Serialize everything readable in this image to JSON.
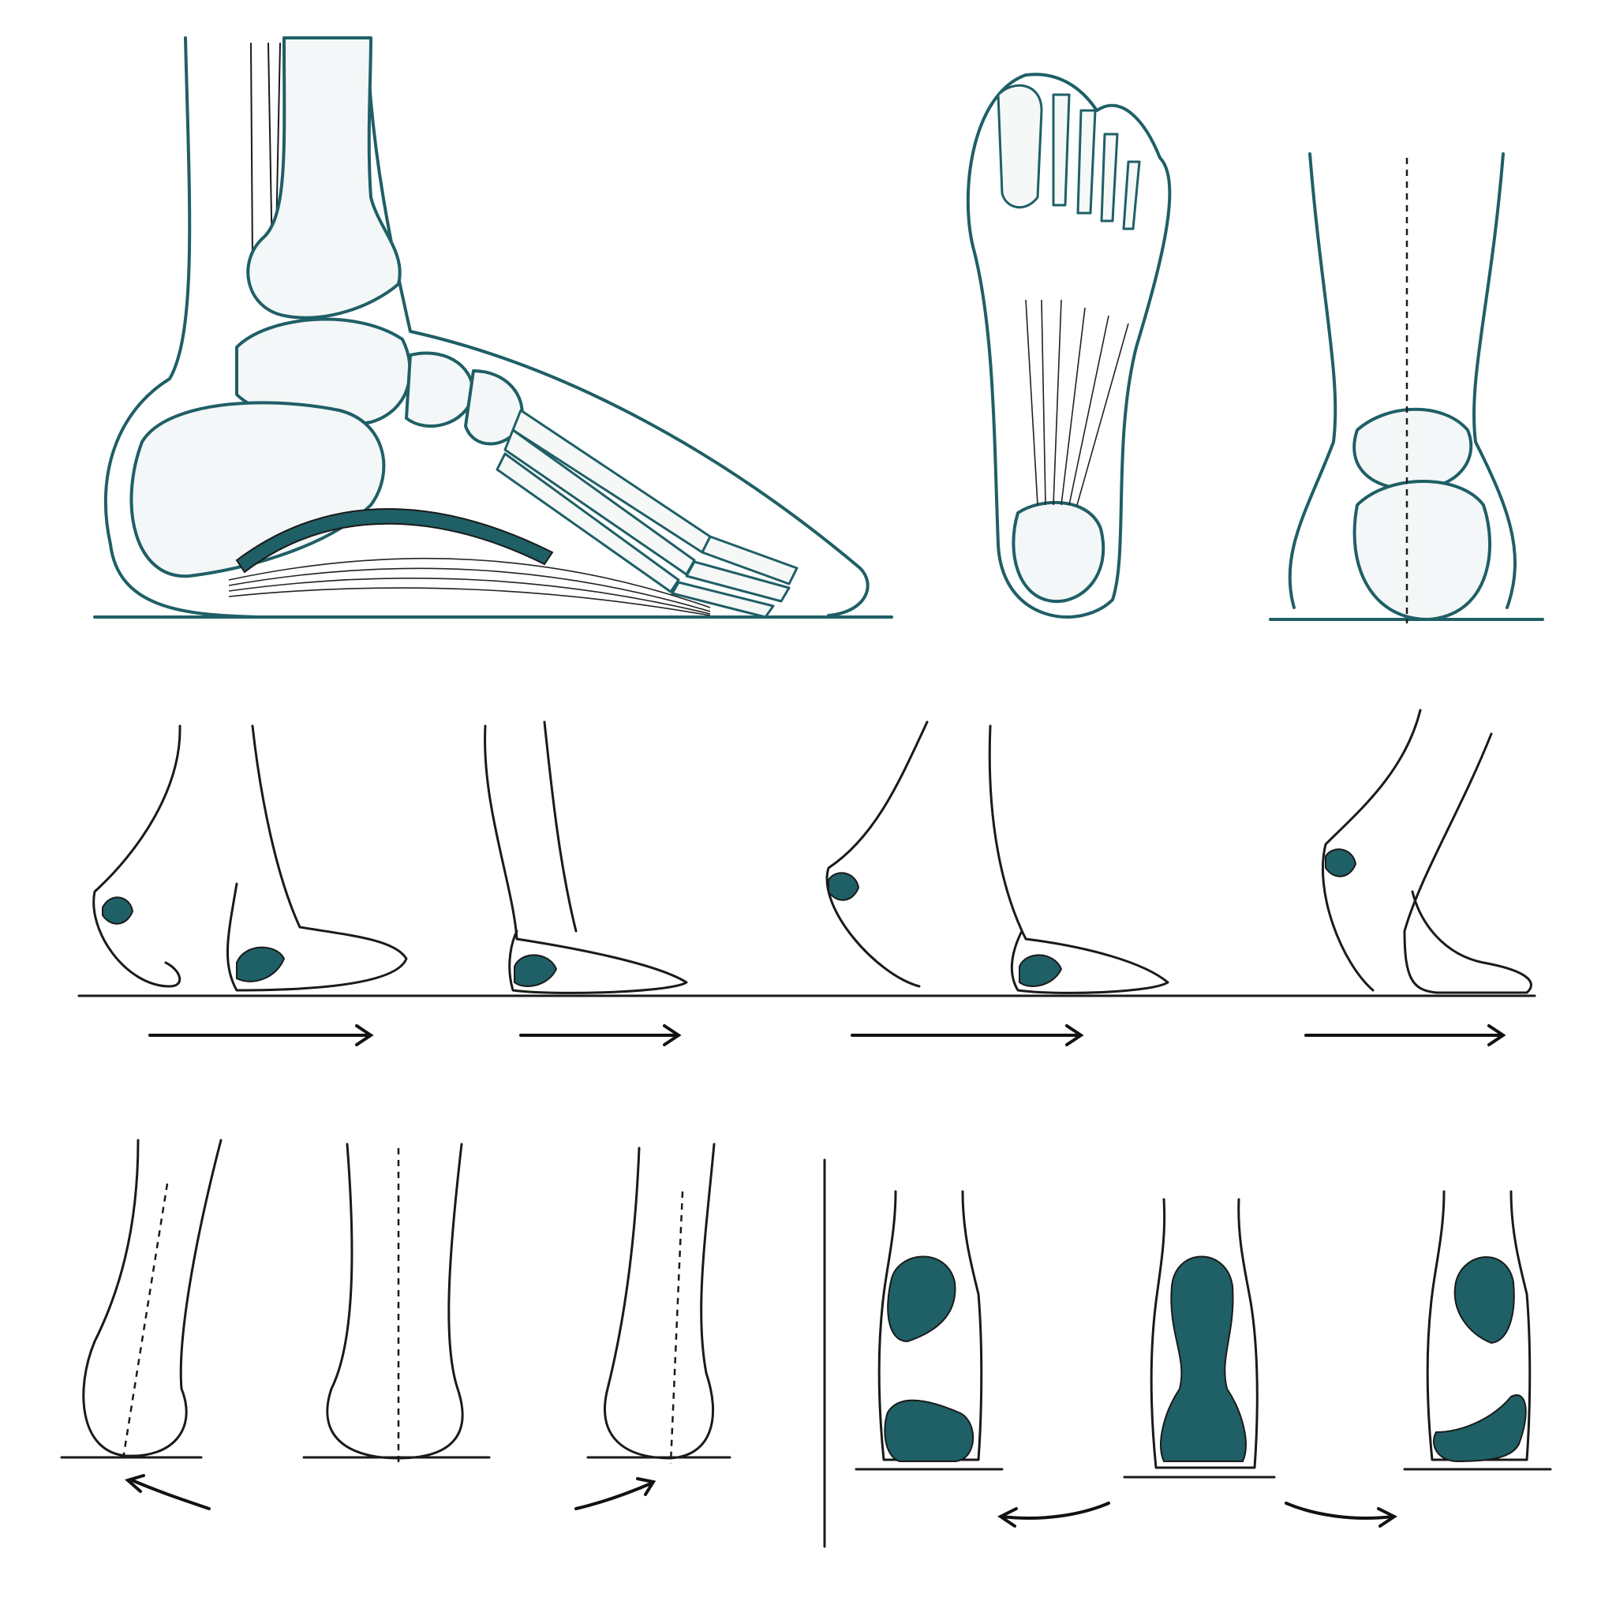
{
  "figure": {
    "colors": {
      "accent": "#1f5f66",
      "ink": "#1a1a1a",
      "bone": "#f4f7f7",
      "background": "#ffffff"
    },
    "panels": [
      {
        "id": "lateral-foot-skeleton",
        "description_icon": "foot-skeleton-side-icon"
      },
      {
        "id": "plantar-foot-view",
        "description_icon": "foot-sole-icon"
      },
      {
        "id": "rear-ankle-view",
        "description_icon": "ankle-rear-icon"
      },
      {
        "id": "gait-sequence",
        "description_icon": "walking-foot-icon",
        "steps": 4
      },
      {
        "id": "heel-alignment",
        "description_icon": "heel-rear-icon",
        "variants": 3
      },
      {
        "id": "pressure-distribution",
        "description_icon": "pressure-map-icon",
        "variants": 3
      }
    ],
    "text": []
  }
}
